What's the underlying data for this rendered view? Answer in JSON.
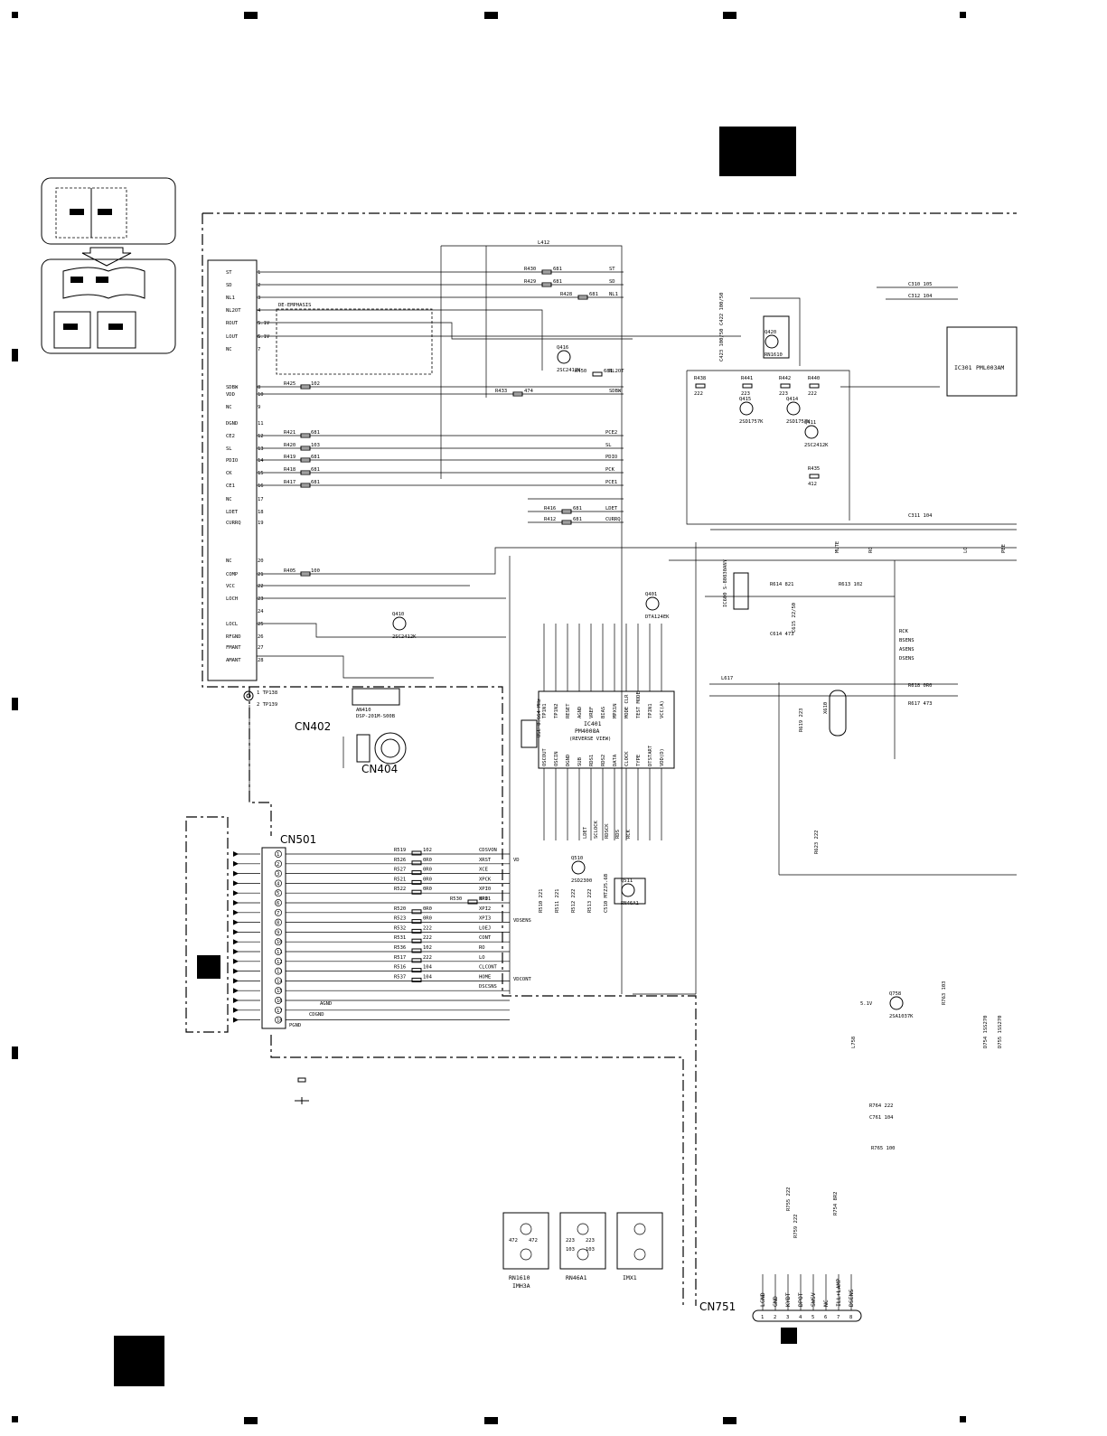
{
  "connector_main": {
    "pins": [
      {
        "n": "1",
        "label": "ST"
      },
      {
        "n": "2",
        "label": "SD"
      },
      {
        "n": "3",
        "label": "NL1"
      },
      {
        "n": "4",
        "label": "NL2OT"
      },
      {
        "n": "5",
        "label": "ROUT"
      },
      {
        "n": "6",
        "label": "LOUT"
      },
      {
        "n": "7",
        "label": "NC"
      },
      {
        "n": "8",
        "label": "SDBW"
      },
      {
        "n": "10",
        "label": "VDD"
      },
      {
        "n": "9",
        "label": "NC"
      },
      {
        "n": "11",
        "label": "DGND"
      },
      {
        "n": "12",
        "label": "CE2"
      },
      {
        "n": "13",
        "label": "SL"
      },
      {
        "n": "14",
        "label": "PDIO"
      },
      {
        "n": "15",
        "label": "CK"
      },
      {
        "n": "16",
        "label": "CE1"
      },
      {
        "n": "17",
        "label": "NC"
      },
      {
        "n": "18",
        "label": "LDET"
      },
      {
        "n": "19",
        "label": "CURRQ"
      },
      {
        "n": "20",
        "label": "NC"
      },
      {
        "n": "21",
        "label": "COMP"
      },
      {
        "n": "22",
        "label": "VCC"
      },
      {
        "n": "23",
        "label": "LOCH"
      },
      {
        "n": "24",
        "label": ""
      },
      {
        "n": "25",
        "label": "LOCL"
      },
      {
        "n": "26",
        "label": "RFGND"
      },
      {
        "n": "27",
        "label": "FMANT"
      },
      {
        "n": "28",
        "label": "AMANT"
      }
    ],
    "voltage_notes": [
      "5.1V",
      "5.1V"
    ]
  },
  "left_resistors": [
    {
      "ref": "R425",
      "val": "102"
    },
    {
      "ref": "R421",
      "val": "681"
    },
    {
      "ref": "R420",
      "val": "103"
    },
    {
      "ref": "R419",
      "val": "681"
    },
    {
      "ref": "R418",
      "val": "681"
    },
    {
      "ref": "R417",
      "val": "681"
    },
    {
      "ref": "R405",
      "val": "100"
    }
  ],
  "deemphasis_label": "DE-EMPHASIS",
  "top_nets": [
    {
      "ref": "L412",
      "val": ""
    },
    {
      "ref": "R430",
      "val": "681",
      "net": "ST"
    },
    {
      "ref": "R429",
      "val": "681",
      "net": "SD"
    },
    {
      "ref": "R428",
      "val": "681",
      "net": "NL1"
    },
    {
      "ref": "R450",
      "val": "681",
      "net": "NL2OT"
    },
    {
      "ref": "R433",
      "val": "474",
      "net": "SDBW"
    }
  ],
  "right_nets": [
    "PCE2",
    "SL",
    "PDIO",
    "PCK",
    "PCE1",
    "LDET",
    "CURRQ"
  ],
  "right_net_resistors": [
    {
      "ref": "R416",
      "val": "681"
    },
    {
      "ref": "R412",
      "val": "681"
    }
  ],
  "transistors": [
    {
      "ref": "Q416",
      "type": "2SC2412K"
    },
    {
      "ref": "Q415",
      "type": "2SD1757K"
    },
    {
      "ref": "Q414",
      "type": "2SD1757K"
    },
    {
      "ref": "Q411",
      "type": "2SC2412K"
    },
    {
      "ref": "Q410",
      "type": "2SC2412K"
    },
    {
      "ref": "Q401",
      "type": "DTA124EK"
    },
    {
      "ref": "Q510",
      "type": "2SD2300"
    },
    {
      "ref": "Q511",
      "type": "RN46A1"
    },
    {
      "ref": "Q758",
      "type": "2SA1037K"
    },
    {
      "ref": "Q420",
      "type": "RN1610"
    }
  ],
  "amp_resistors": [
    {
      "ref": "R438",
      "val": "222"
    },
    {
      "ref": "R441",
      "val": "223"
    },
    {
      "ref": "R442",
      "val": "223"
    },
    {
      "ref": "R440",
      "val": "222"
    },
    {
      "ref": "R435",
      "val": "412"
    }
  ],
  "caps_top": [
    {
      "ref": "C422",
      "val": "100/50"
    },
    {
      "ref": "C423",
      "val": "100/50"
    },
    {
      "ref": "C310",
      "val": "105"
    },
    {
      "ref": "C312",
      "val": "104"
    },
    {
      "ref": "C311",
      "val": "104"
    }
  ],
  "ic301": {
    "ref": "IC301",
    "part": "PML003AM"
  },
  "ic401": {
    "ref": "IC401",
    "part": "PM4008A",
    "note": "(REVERSE VIEW)"
  },
  "ic401_pins": [
    "TP1N1",
    "TP1N2",
    "RESET",
    "AGND",
    "VREF",
    "BIAS",
    "MPX1N",
    "MODE CLR",
    "TEST MODE",
    "TPIN1",
    "VCC(A)"
  ],
  "ic401_pins_bottom": [
    "OSCOUT",
    "OSCIN",
    "DGND",
    "SUB",
    "RDS1",
    "RDS2",
    "DATA",
    "CLOCK",
    "TYPE",
    "DTSTART",
    "VDD(D)"
  ],
  "ic401_bottom_nets": [
    "LDET",
    "SCLOCK",
    "RDSCK",
    "RDS",
    "RCK"
  ],
  "osc": "OSC 8.664 MHz",
  "cn402": {
    "ref": "CN402",
    "tps": [
      "1  TP138",
      "2  TP139"
    ],
    "filter": "AN410",
    "filter_part": "DSP-201M-S00B"
  },
  "cn404": "CN404",
  "cn501": {
    "ref": "CN501",
    "pins": [
      "1",
      "2",
      "3",
      "4",
      "5",
      "6",
      "7",
      "8",
      "9",
      "10",
      "11",
      "12",
      "13",
      "14",
      "15",
      "16",
      "17",
      "18"
    ],
    "nets": [
      "CDSVON",
      "XRST",
      "XCE",
      "XPCK",
      "XPI0",
      "XPI1",
      "XPI2",
      "XPI3",
      "LOEJ",
      "CONT",
      "RO",
      "LO",
      "CLCONT",
      "HOME",
      "DSCSNS"
    ],
    "resistors": [
      {
        "ref": "R519",
        "val": "102"
      },
      {
        "ref": "R526",
        "val": "0R0"
      },
      {
        "ref": "R527",
        "val": "0R0"
      },
      {
        "ref": "R521",
        "val": "0R0"
      },
      {
        "ref": "R522",
        "val": "0R0"
      },
      {
        "ref": "R530",
        "val": "0R0"
      },
      {
        "ref": "R520",
        "val": "0R0"
      },
      {
        "ref": "R523",
        "val": "0R0"
      },
      {
        "ref": "R532",
        "val": "222"
      },
      {
        "ref": "R531",
        "val": "222"
      },
      {
        "ref": "R536",
        "val": "102"
      },
      {
        "ref": "R517",
        "val": "222"
      },
      {
        "ref": "R516",
        "val": "104"
      },
      {
        "ref": "R537",
        "val": "104"
      }
    ],
    "grounds": [
      "AGND",
      "CDGND",
      "PGND"
    ]
  },
  "mid_nets": [
    "VD",
    "VDSENS",
    "VDCONT"
  ],
  "mid_parts": [
    {
      "ref": "R510",
      "val": "221"
    },
    {
      "ref": "R511",
      "val": "221"
    },
    {
      "ref": "R512",
      "val": "222"
    },
    {
      "ref": "R513",
      "val": "222"
    },
    {
      "ref": "C510",
      "val": "MTZJ5.6B"
    }
  ],
  "right_mid": [
    {
      "ref": "IC600",
      "part": "S-80830ANY"
    },
    {
      "ref": "R614",
      "val": "821"
    },
    {
      "ref": "R613",
      "val": "102"
    },
    {
      "ref": "C614",
      "val": "473"
    },
    {
      "ref": "C615",
      "val": "22/50"
    },
    {
      "ref": "L617",
      "val": ""
    }
  ],
  "right_nets_top": [
    "MUTE",
    "RO",
    "LO",
    "PEE"
  ],
  "right_bus": [
    "RCK",
    "BSENS",
    "ASENS",
    "DSENS"
  ],
  "right_parts2": [
    {
      "ref": "R618",
      "val": "0R0"
    },
    {
      "ref": "R617",
      "val": "473"
    },
    {
      "ref": "X610",
      "val": ""
    },
    {
      "ref": "R619",
      "val": "223"
    },
    {
      "ref": "R623",
      "val": "222"
    }
  ],
  "cn751": {
    "ref": "CN751",
    "pins": [
      "1",
      "2",
      "3",
      "4",
      "5",
      "6",
      "7",
      "8"
    ],
    "labels": [
      "LGND",
      "GND",
      "KYDT",
      "DPOT",
      "SWSV",
      "NC",
      "ILL+LAMP",
      "DSENS"
    ],
    "resistors": [
      {
        "ref": "R755",
        "val": "222"
      },
      {
        "ref": "R759",
        "val": "222"
      },
      {
        "ref": "R754",
        "val": "8R2"
      },
      {
        "ref": "R764",
        "val": "222"
      },
      {
        "ref": "R765",
        "val": "100"
      },
      {
        "ref": "R763",
        "val": "103"
      }
    ],
    "caps": [
      {
        "ref": "C761",
        "val": "104"
      }
    ],
    "diodes": [
      {
        "ref": "D754",
        "val": "1SS270"
      },
      {
        "ref": "D755",
        "val": "1SS270"
      },
      {
        "ref": "L758",
        "val": ""
      }
    ],
    "note": "5.1V"
  },
  "legend_parts": [
    {
      "ref": "RN1610",
      "sub": "IMH3A",
      "vals": [
        "472",
        "472"
      ]
    },
    {
      "ref": "RN46A1",
      "sub": "",
      "vals": [
        "223",
        "223",
        "103",
        "103"
      ]
    },
    {
      "ref": "IMX1",
      "sub": "",
      "vals": []
    }
  ],
  "gnd_label": "GND"
}
